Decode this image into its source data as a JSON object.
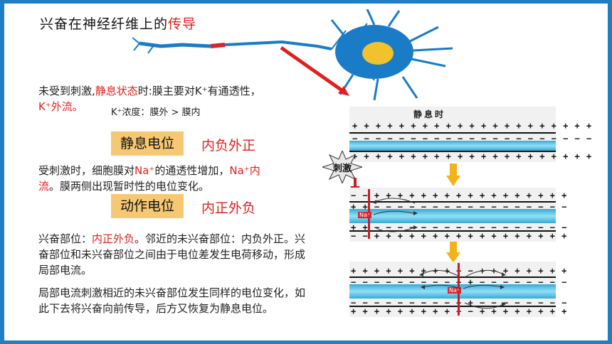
{
  "title": {
    "main": "兴奋在神经纤维上的",
    "highlight": "传导"
  },
  "resting": {
    "line1_pre": "未受到刺激,",
    "line1_red": "静息状态",
    "line1_post": "时:膜主要对K⁺有通透性，",
    "line2_red": "K⁺外流。",
    "concentration": "K⁺浓度：膜外 > 膜内",
    "box_label": "静息电位",
    "box_desc": "内负外正"
  },
  "action": {
    "line1_pre": "受刺激时，细胞膜对",
    "line1_red": "Na⁺",
    "line1_post": "的通透性增加，",
    "line1_red2": "Na⁺内",
    "line2_red": "流",
    "line2_post": "。膜两侧出现暂时性的电位变化。",
    "box_label": "动作电位",
    "box_desc": "内正外负"
  },
  "local": {
    "p1_pre": "兴奋部位：",
    "p1_red": "内正外负",
    "p1_post": "。邻近的未兴奋部位：内负外正。兴奋部位和未兴奋部位之间由于电位差发生电荷移动，形成局部电流。",
    "p2": "局部电流刺激相近的未兴奋部位发生同样的电位变化，如此下去将兴奋向前传导，后方又恢复为静息电位。"
  },
  "diagram": {
    "panel_title": "静息时",
    "stimulus": "刺激",
    "na_label": "Na⁺",
    "plus_row": "+ + + + + + + + + + + + + + + + + + + + +",
    "minus_row": "− − − − − − − − − − − − − − − − − − − − −",
    "p2_top": "− − + + + + + + + + + + + + + + + + +",
    "p2_in": "+ + − − − − − − − − − − − − − − − − −",
    "p2_in2": "+ + − − − − − − − − − − − − − − − − −",
    "p2_bot": "− − + + + + + + + + + + + + + + + + +",
    "p3_top": "+ + + + + + + + + − − + + + + + + + +",
    "p3_in": "− − − − − − − − − + + − − − − − − − −",
    "p3_in2": "− − − − − − − − − + + − − − − − − − −",
    "p3_bot": "+ + + + + + + + + − − + + + + + + + +"
  },
  "colors": {
    "accent_red": "#e0201e",
    "box_fill": "#f7c873",
    "frame": "#1f7fc0",
    "membrane": "#35a9d8"
  }
}
